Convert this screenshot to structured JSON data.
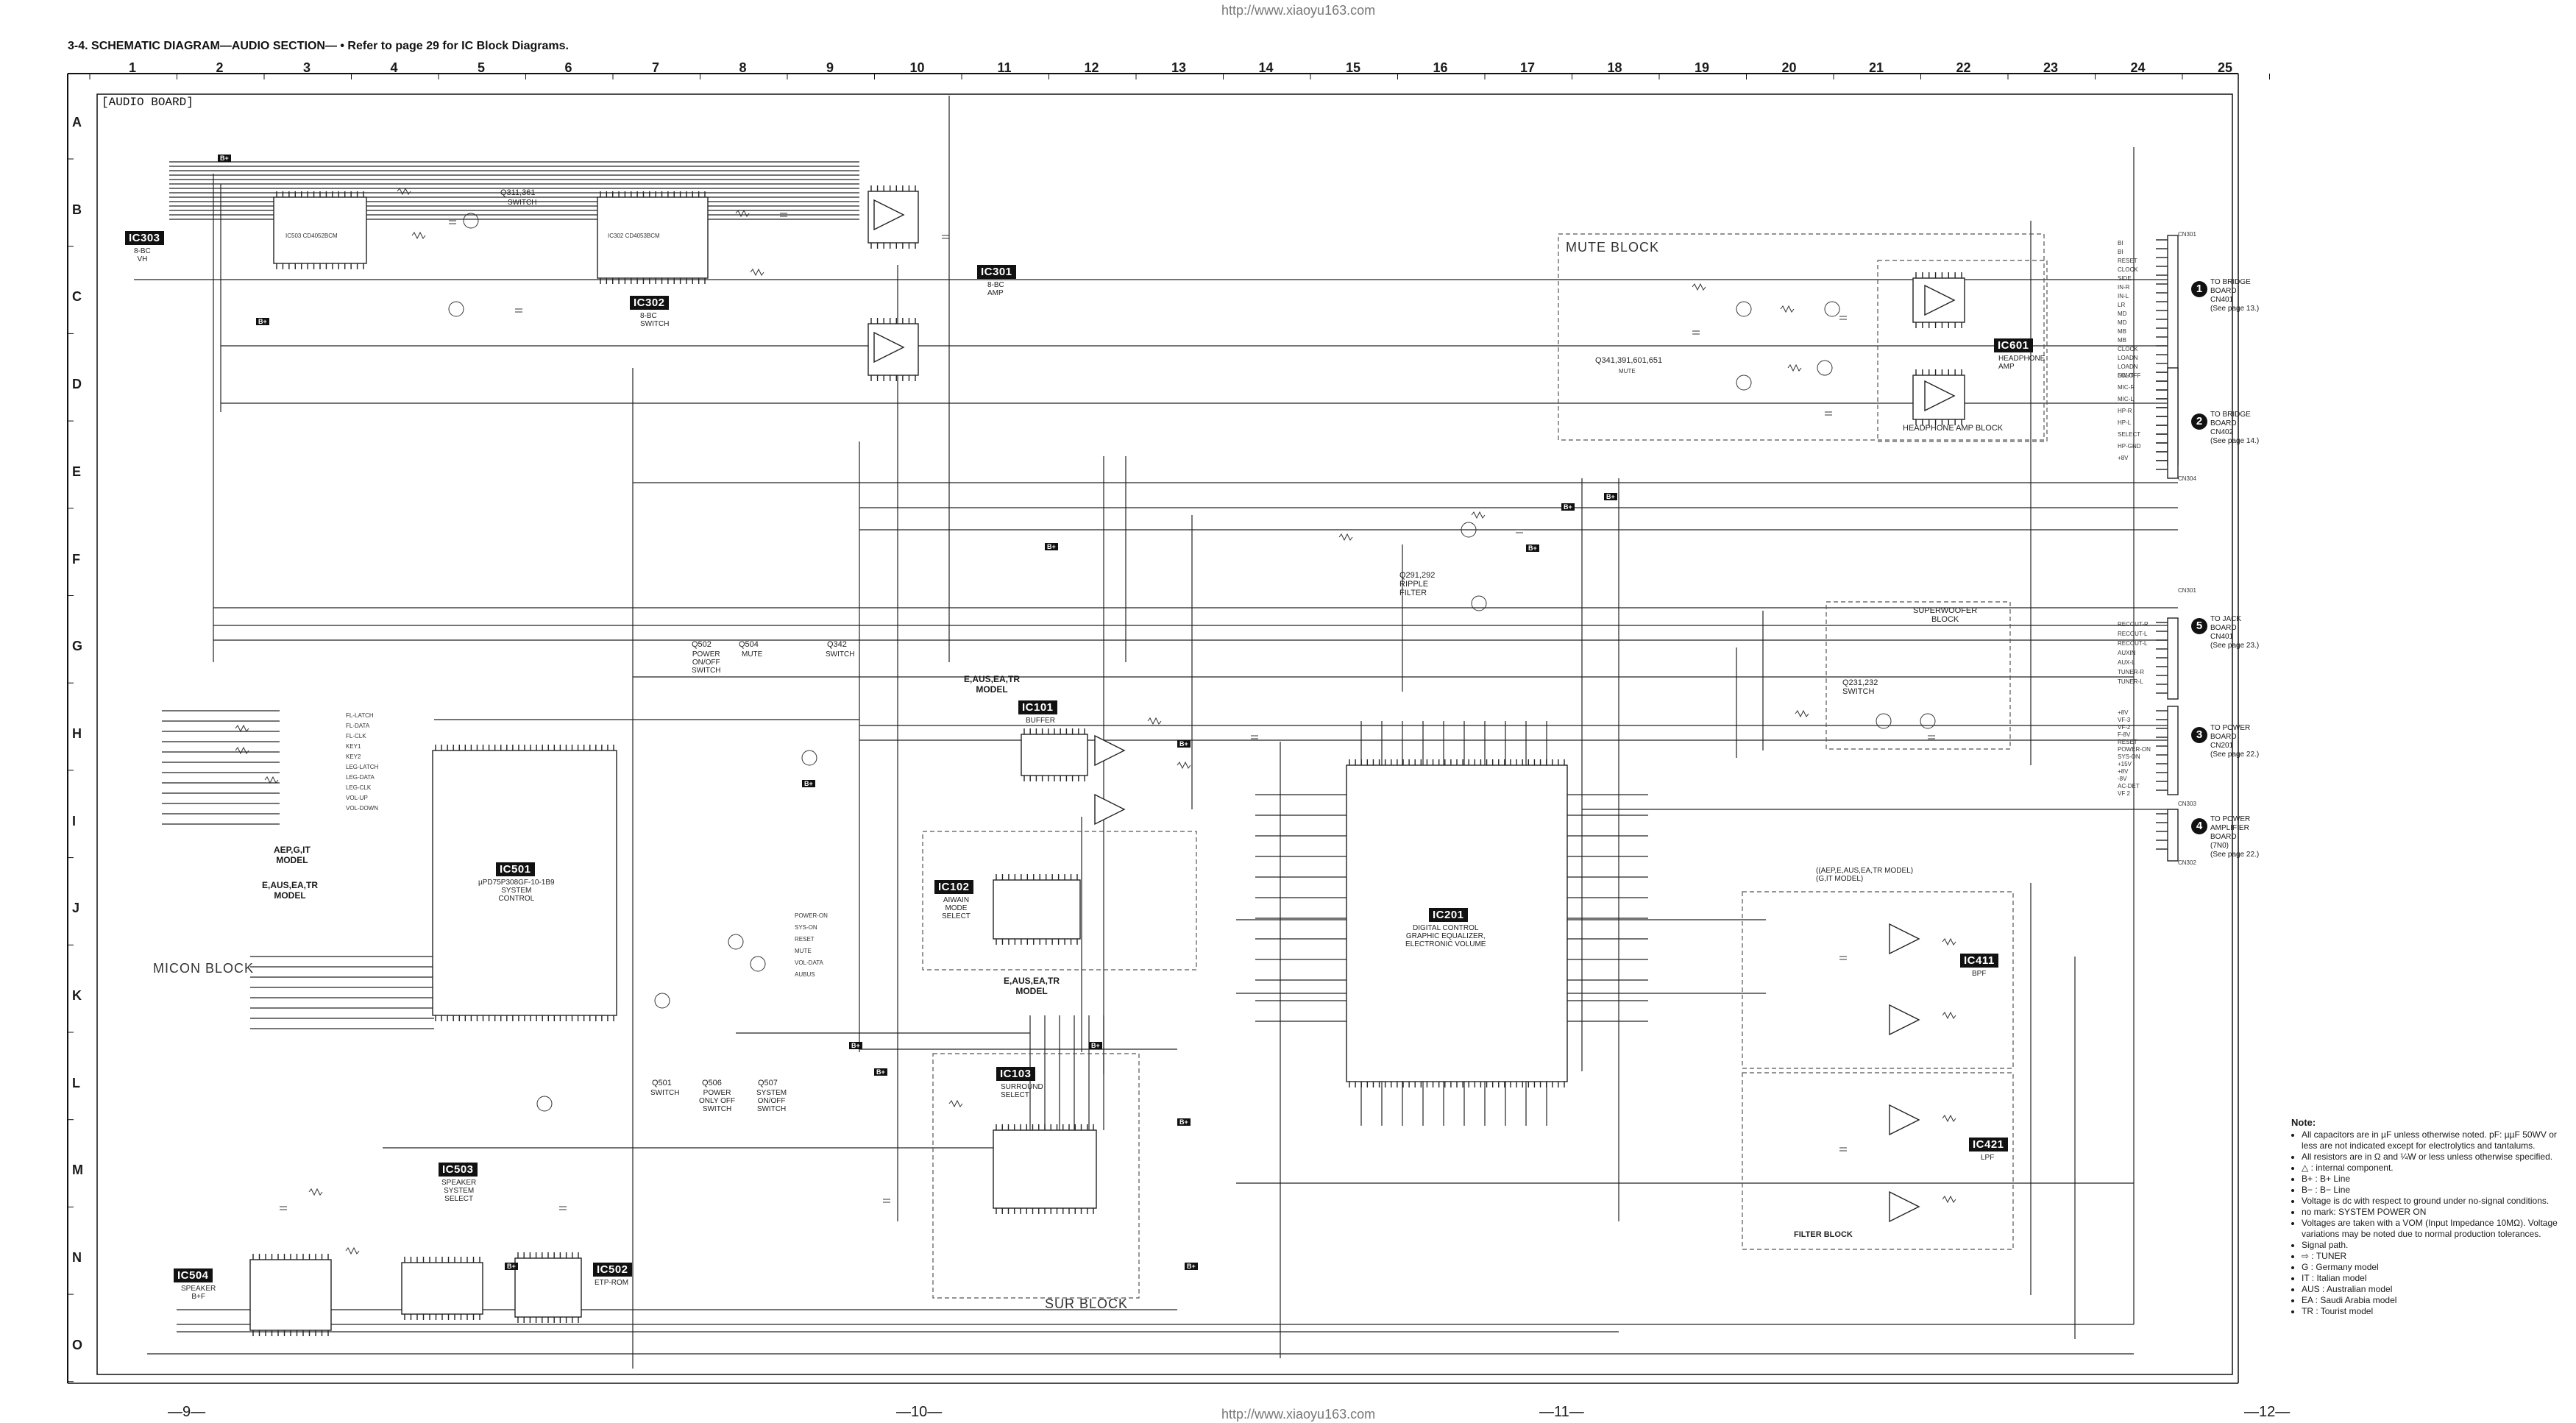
{
  "header": {
    "url": "http://www.xiaoyu163.com",
    "title": "3-4.  SCHEMATIC DIAGRAM—AUDIO SECTION—  • Refer to page 29 for IC Block Diagrams."
  },
  "board": {
    "label": "[AUDIO BOARD]"
  },
  "columns": [
    "1",
    "2",
    "3",
    "4",
    "5",
    "6",
    "7",
    "8",
    "9",
    "10",
    "11",
    "12",
    "13",
    "14",
    "15",
    "16",
    "17",
    "18",
    "19",
    "20",
    "21",
    "22",
    "23",
    "24",
    "25"
  ],
  "rows": [
    "A",
    "B",
    "C",
    "D",
    "E",
    "F",
    "G",
    "H",
    "I",
    "J",
    "K",
    "L",
    "M",
    "N",
    "O"
  ],
  "ics": [
    {
      "id": "IC303",
      "sub": "8-BC\nVH"
    },
    {
      "id": "IC302",
      "sub": "8-BC\nSWITCH"
    },
    {
      "id": "IC301",
      "sub": "8-BC\nAMP"
    },
    {
      "id": "IC601",
      "sub": "HEADPHONE\nAMP"
    },
    {
      "id": "IC101",
      "sub": "BUFFER"
    },
    {
      "id": "IC102",
      "sub": "AIWAIN\nMODE\nSELECT"
    },
    {
      "id": "IC501",
      "sub": "µPD75P308GF-10-1B9\nSYSTEM\nCONTROL"
    },
    {
      "id": "IC201",
      "sub": "DIGITAL CONTROL\nGRAPHIC EQUALIZER,\nELECTRONIC VOLUME"
    },
    {
      "id": "IC103",
      "sub": "SURROUND\nSELECT"
    },
    {
      "id": "IC411",
      "sub": "BPF"
    },
    {
      "id": "IC421",
      "sub": "LPF"
    },
    {
      "id": "IC503",
      "sub": "SPEAKER\nSYSTEM\nSELECT"
    },
    {
      "id": "IC504",
      "sub": "SPEAKER\nB+F"
    },
    {
      "id": "IC502",
      "sub": "ETP-ROM"
    }
  ],
  "chips": {
    "ic503_part": "IC503 CD4052BCM",
    "ic302_part": "IC302 CD4053BCM"
  },
  "blocks": {
    "mute": "MUTE BLOCK",
    "mute_q": "Q341,391,601,651",
    "mute_q_sub": "MUTE",
    "headphone": "HEADPHONE AMP BLOCK",
    "micon": "MICON BLOCK",
    "sur": "SUR BLOCK",
    "superwoofer": "SUPERWOOFER\nBLOCK",
    "filter": "FILTER BLOCK",
    "ripple": "Q291,292\nRIPPLE\nFILTER",
    "q231": "Q231,232\nSWITCH"
  },
  "transistors": [
    {
      "id": "Q311,361",
      "sub": "SWITCH"
    },
    {
      "id": "Q502",
      "sub": "POWER\nON/OFF\nSWITCH"
    },
    {
      "id": "Q504",
      "sub": "MUTE"
    },
    {
      "id": "Q342",
      "sub": "SWITCH"
    },
    {
      "id": "Q501",
      "sub": "SWITCH"
    },
    {
      "id": "Q506",
      "sub": "POWER\nONLY OFF\nSWITCH"
    },
    {
      "id": "Q507",
      "sub": "SYSTEM\nON/OFF\nSWITCH"
    }
  ],
  "models": {
    "aep": "AEP,G,IT\nMODEL",
    "eaus1": "E,AUS,EA,TR\nMODEL",
    "eaus2": "E,AUS,EA,TR\nMODEL",
    "eaus3": "E,AUS,EA,TR\nMODEL",
    "filt": "((AEP,E,AUS,EA,TR MODEL)\n(G,IT MODEL)"
  },
  "connectors": [
    {
      "n": "1",
      "text": "TO BRIDGE\nBOARD\nCN401\n(See page 13.)",
      "code": "CN301"
    },
    {
      "n": "2",
      "text": "TO BRIDGE\nBOARD\nCN402\n(See page 14.)",
      "code": "CN304"
    },
    {
      "n": "5",
      "text": "TO JACK\nBOARD\nCN401\n(See page 23.)",
      "code": "CN301"
    },
    {
      "n": "3",
      "text": "TO POWER\nBOARD\nCN201\n(See page 22.)",
      "code": "CN303"
    },
    {
      "n": "4",
      "text": "TO POWER\nAMPLIFIER\nBOARD\n(7N0)\n(See page 22.)",
      "code": "CN302"
    }
  ],
  "cn1_pins": [
    "BI",
    "BI",
    "RESET",
    "CLOCK",
    "SIDE",
    "IN-R",
    "IN-L",
    "LR",
    "MD",
    "MD",
    "MB",
    "MB",
    "CLOCK",
    "LOADN",
    "LOADN",
    "LOUT"
  ],
  "cn2_pins": [
    "SW-OFF",
    "MIC-R",
    "MIC-L",
    "HP-R",
    "HP-L",
    "SELECT",
    "HP-GND",
    "+8V"
  ],
  "cn5_pins": [
    "RECOUT-R",
    "RECOUT-L",
    "RECOUT-L",
    "AUXIN",
    "AUX-L",
    "TUNER-R",
    "TUNER-L"
  ],
  "cn3_pins": [
    "+8V",
    "VF-3",
    "VF-2",
    "F-8V",
    "RESET",
    "POWER-ON",
    "SYS-ON",
    "+15V",
    "+8V",
    "-8V",
    "AC-DET",
    "VF 2"
  ],
  "note": {
    "heading": "Note:",
    "items": [
      "All capacitors are in µF unless otherwise noted. pF: µµF 50WV or less are not indicated except for electrolytics and tantalums.",
      "All resistors are in Ω and ¼W or less unless otherwise specified.",
      "△ : internal component.",
      "B+ : B+ Line",
      "B− : B− Line",
      "Voltage is dc with respect to ground under no-signal conditions.",
      "no mark: SYSTEM POWER ON",
      "Voltages are taken with a VOM (Input Impedance 10MΩ). Voltage variations may be noted due to normal production tolerances.",
      "Signal path.",
      "⇨ : TUNER",
      "G     : Germany model",
      "IT    : Italian model",
      "AUS : Australian model",
      "EA  : Saudi Arabia model",
      "TR  : Tourist model"
    ]
  },
  "footer": {
    "pages": [
      "—9—",
      "—10—",
      "—11—",
      "—12—"
    ],
    "url": "http://www.xiaoyu163.com"
  },
  "signals": [
    "FL-LATCH",
    "FL-DATA",
    "FL-CLK",
    "KEY1",
    "KEY2",
    "LEG-LATCH",
    "LEG-DATA",
    "LEG-CLK",
    "VOL-UP",
    "VOL-DOWN",
    "POWER-ON",
    "SYS-ON",
    "RESET",
    "MUTE",
    "VOL-DATA",
    "AUBUS"
  ],
  "colors": {
    "ink": "#111111",
    "line": "#222222",
    "paper": "#ffffff",
    "block_border": "#555555"
  }
}
